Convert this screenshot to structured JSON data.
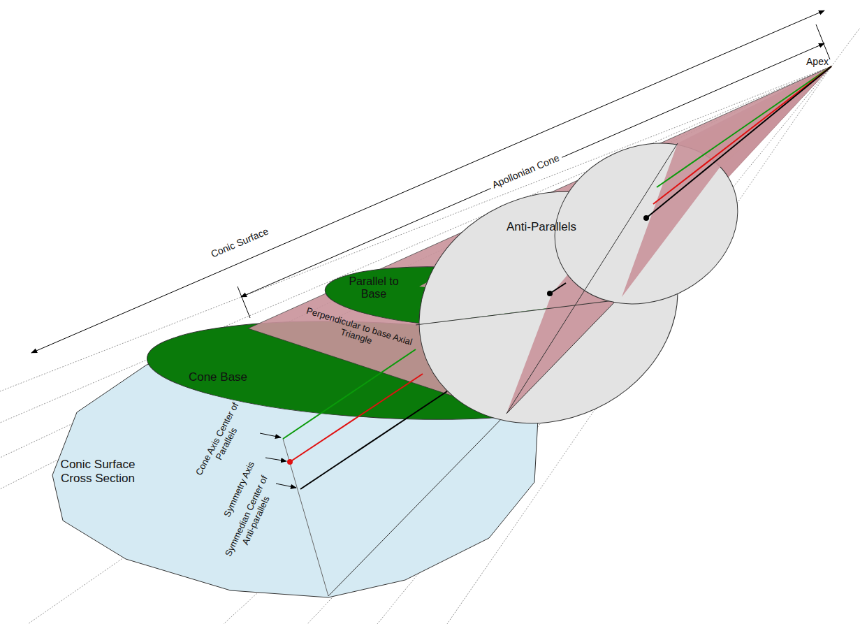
{
  "diagram": {
    "labels": [
      "Apex",
      "Apollonian Cone",
      "Conic Surface",
      "Anti-Parallels",
      "Parallel to Base",
      "Perpendicular to base Axial Triangle",
      "Cone Base",
      "Conic Surface Cross Section",
      "Cone Axis Center of Parallels",
      "Symmetry Axis",
      "Symmedian Center of Anti-parallels"
    ]
  }
}
